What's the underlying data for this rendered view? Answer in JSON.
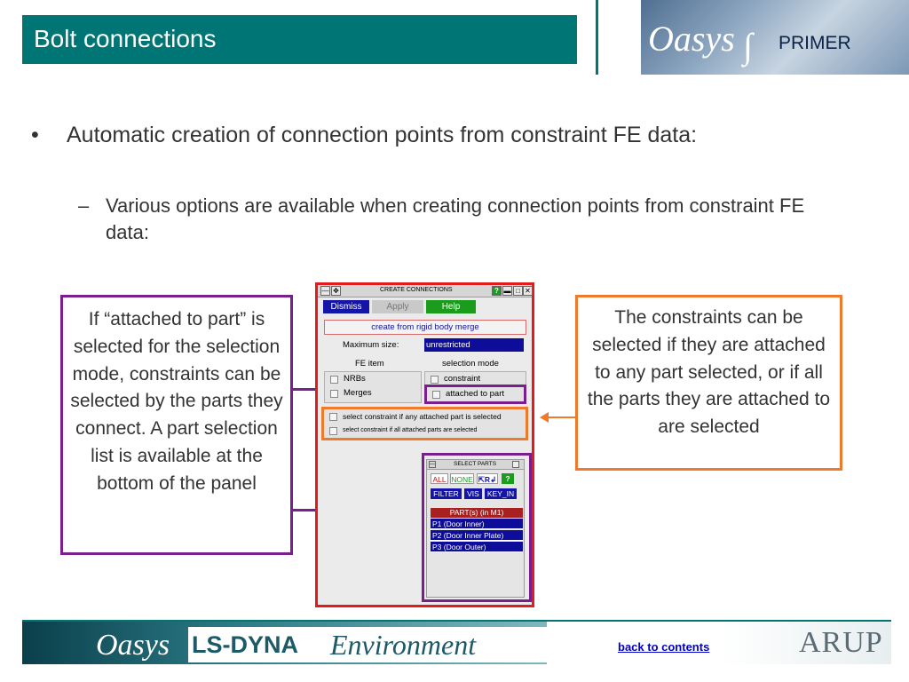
{
  "header": {
    "title": "Bolt connections",
    "logo_brand": "Oasys",
    "logo_product": "PRIMER"
  },
  "bullets": {
    "level1": "Automatic creation of connection points from constraint FE data:",
    "level2": "Various options are available when creating connection points from constraint FE data:",
    "bullet_glyph": "•",
    "dash_glyph": "–"
  },
  "callouts": {
    "left": "If “attached to part” is selected for the selection mode, constraints can be selected by the parts they connect. A part selection list is available at the bottom of the panel",
    "right": "The constraints can be selected if they are attached to any part selected, or if all the parts they are attached to are selected"
  },
  "panel": {
    "title": "CREATE CONNECTIONS",
    "buttons": {
      "dismiss": "Dismiss",
      "apply": "Apply",
      "help": "Help"
    },
    "rigid_option": "create from rigid body merge",
    "max_size_label": "Maximum size:",
    "max_size_value": "unrestricted",
    "fe_item_label": "FE item",
    "selection_mode_label": "selection mode",
    "fe_items": [
      "NRBs",
      "Merges"
    ],
    "selection_modes": [
      "constraint",
      "attached to part"
    ],
    "select_any": "select constraint if any attached part is selected",
    "select_all": "select constraint if all attached parts are selected",
    "select_parts": {
      "title": "SELECT PARTS",
      "btn_all": "ALL",
      "btn_none": "NONE",
      "btn_pick": "R",
      "btn_help": "?",
      "btn_filter": "FILTER",
      "btn_vis": "VIS",
      "btn_keyin": "KEY_IN",
      "list_header": "PART(s) (in M1)",
      "parts": [
        "P1 (Door Inner)",
        "P2 (Door Inner Plate)",
        "P3 (Door Outer)"
      ]
    }
  },
  "footer": {
    "brand": "Oasys",
    "lsdyna": "LS-DYNA",
    "environment": "Environment",
    "back_link": "back to contents",
    "company": "ARUP"
  },
  "colors": {
    "teal": "#007575",
    "purple": "#7b1f8e",
    "orange": "#ef7a2c",
    "panel_border": "#e21c1c"
  }
}
